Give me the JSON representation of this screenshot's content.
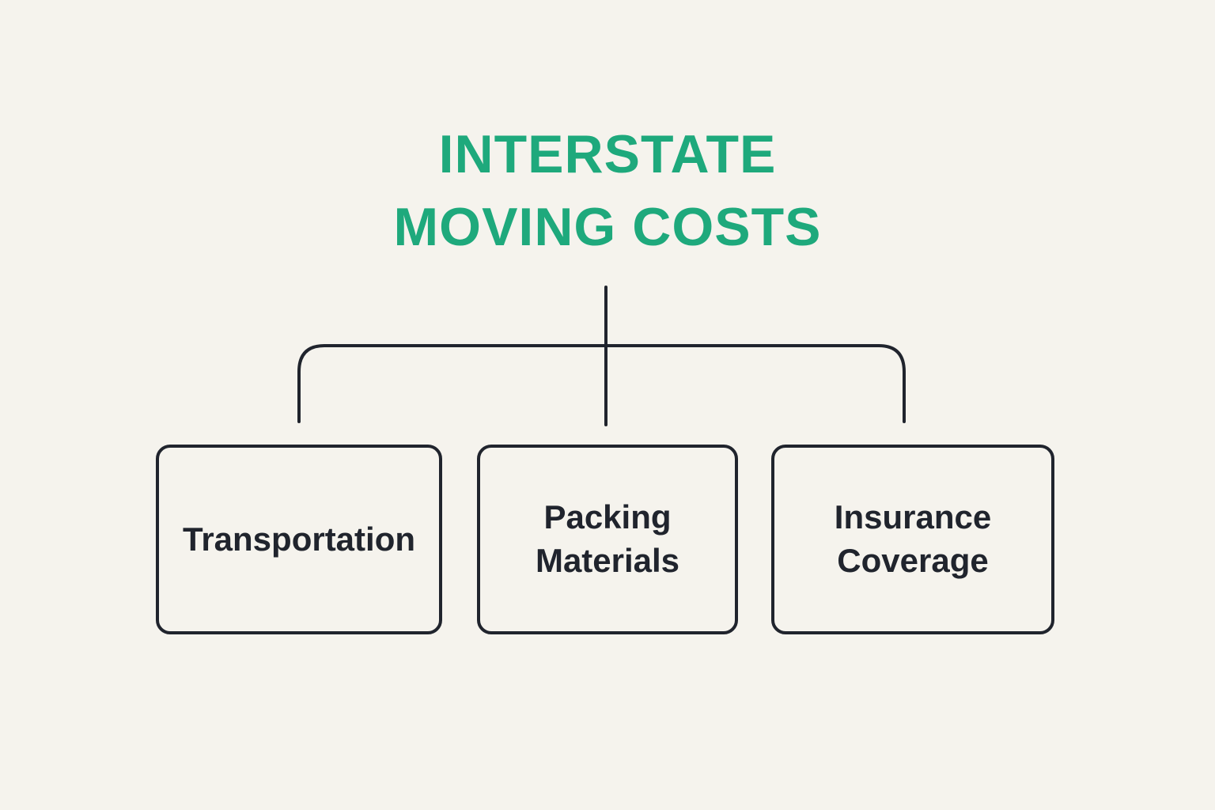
{
  "title": {
    "line1": "INTERSTATE",
    "line2": "MOVING COSTS"
  },
  "nodes": [
    {
      "label": "Transportation"
    },
    {
      "label": "Packing Materials"
    },
    {
      "label": "Insurance Coverage"
    }
  ],
  "colors": {
    "background": "#f5f3ed",
    "title_accent": "#1ea97c",
    "line": "#20242d",
    "box_border": "#20242d",
    "box_text": "#20242d"
  }
}
